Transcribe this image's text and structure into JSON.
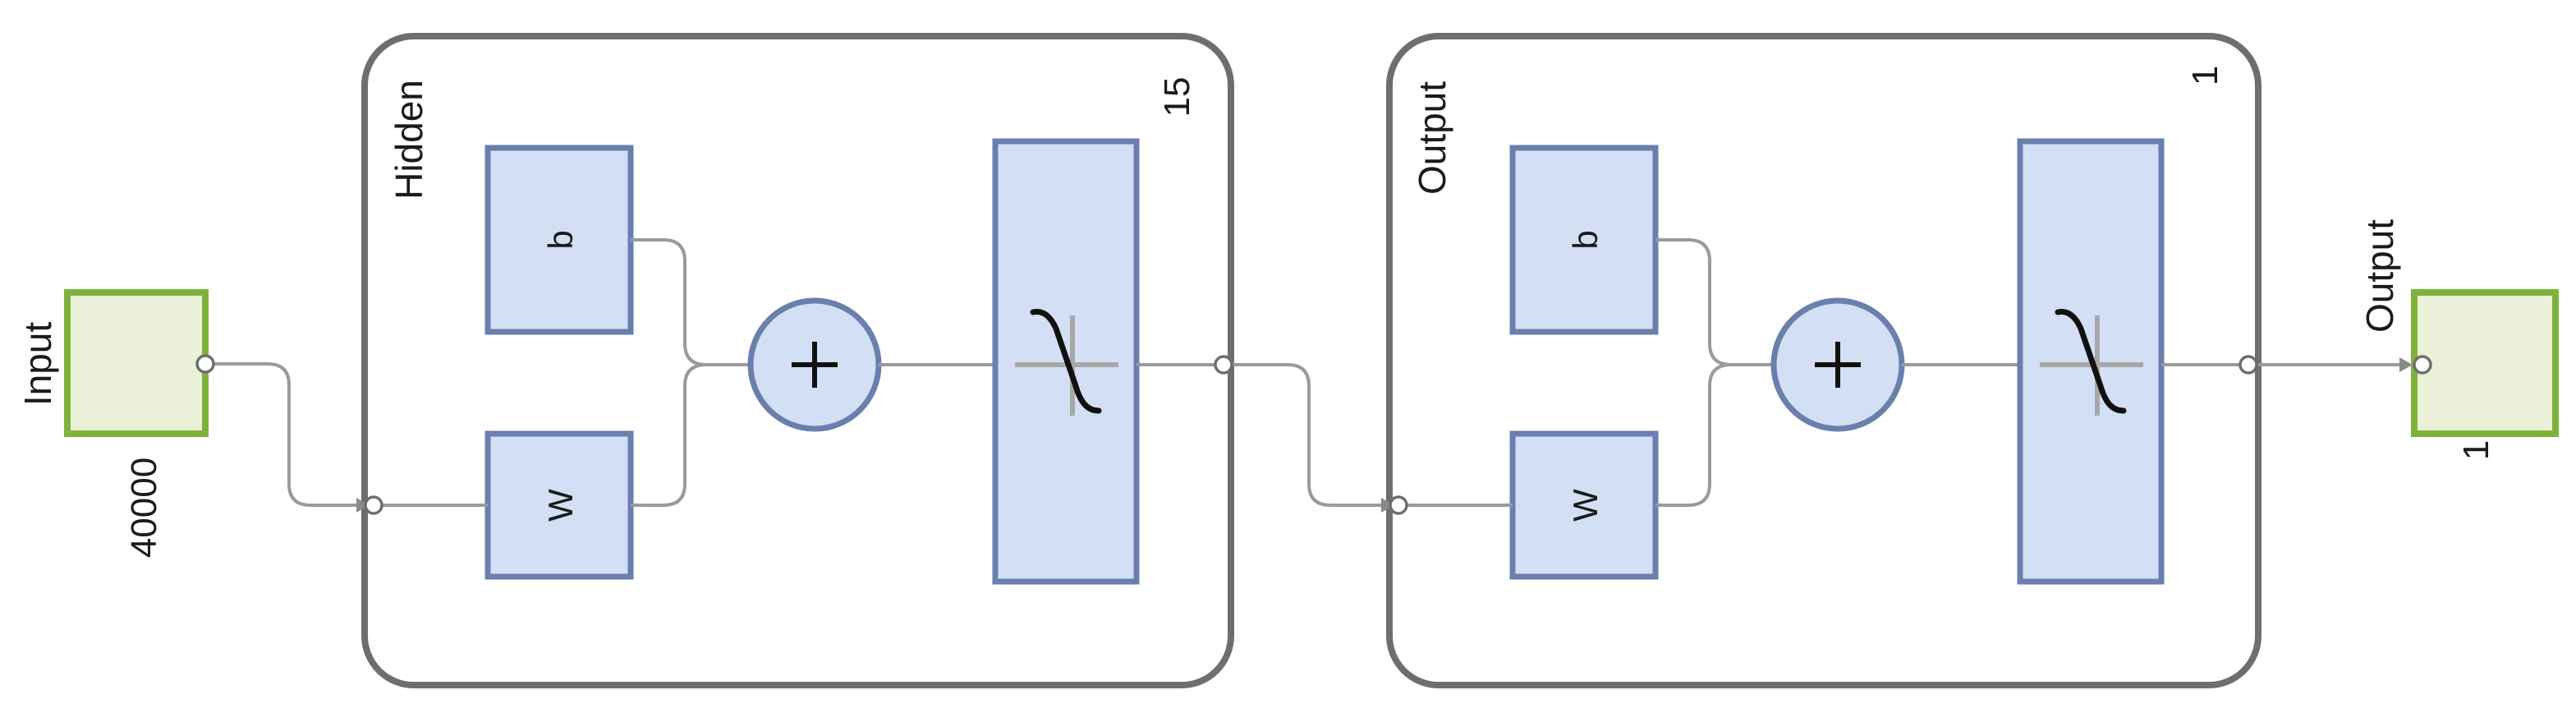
{
  "input": {
    "label": "Input",
    "size": "40000"
  },
  "hidden_layer": {
    "label": "Hidden",
    "size": "15",
    "bias_label": "b",
    "weight_label": "W"
  },
  "output_layer": {
    "label": "Output",
    "size": "1",
    "bias_label": "b",
    "weight_label": "W"
  },
  "output": {
    "label": "Output",
    "size": "1"
  },
  "colors": {
    "block_fill": "#d3dff4",
    "block_stroke": "#6a7fae",
    "io_fill": "#ebf1d8",
    "io_stroke": "#7fb23a",
    "layer_stroke": "#6e6e6e"
  }
}
